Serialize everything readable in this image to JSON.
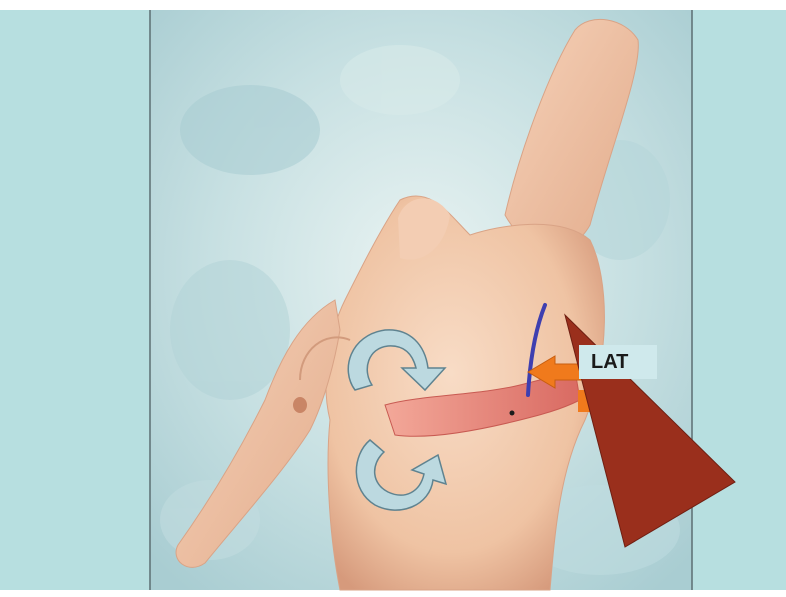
{
  "labels": {
    "lat": "LAT"
  },
  "colors": {
    "side_panel": "#b7dfe0",
    "clouds_base": "#bcdade",
    "skin": "#f1c6a6",
    "skin_shadow": "#dba182",
    "flap": "#e58c7e",
    "arrow_orange": "#f07a1c",
    "wedge": "#9a2f1c",
    "incision_line": "#3e3fb0",
    "rotation_arrow": "#bcd9e0"
  },
  "icons": {
    "rotation_arrow_upper": "curved-rotation-arrow",
    "rotation_arrow_lower": "curved-rotation-arrow",
    "lateral_arrow": "left-arrow",
    "wedge": "triangle-pointer"
  }
}
